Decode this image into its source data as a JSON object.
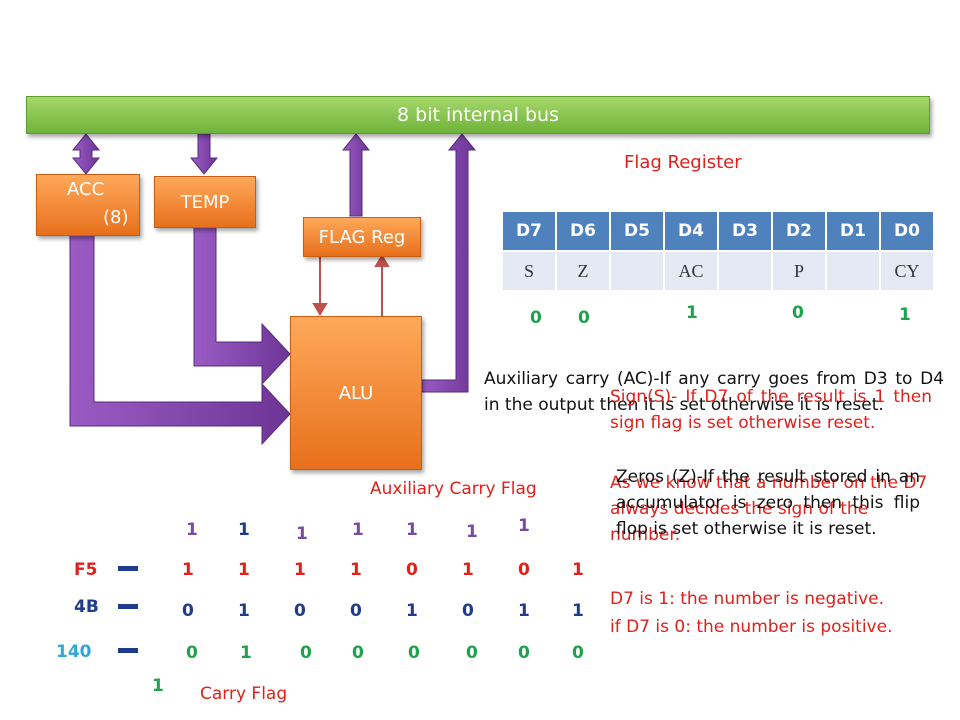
{
  "bus_label": "8 bit internal bus",
  "blocks": {
    "acc_line1": "ACC",
    "acc_line2": "(8)",
    "temp": "TEMP",
    "flag_reg": "FLAG Reg",
    "alu": "ALU"
  },
  "flag_register": {
    "title": "Flag Register",
    "headers": [
      "D7",
      "D6",
      "D5",
      "D4",
      "D3",
      "D2",
      "D1",
      "D0"
    ],
    "cells": [
      "S",
      "Z",
      "",
      "AC",
      "",
      "P",
      "",
      "CY"
    ],
    "values": {
      "s": "0",
      "z": "0",
      "ac": "1",
      "p": "0",
      "cy": "1"
    }
  },
  "descriptions": {
    "aux_carry": "Auxiliary carry (AC)-If any carry goes from D3 to D4 in the output then it is set otherwise it is reset.",
    "sign": "Sign(S)- If D7 of the result is 1 then sign flag is set otherwise reset.",
    "sign_note": "As we know that a number on the D7 always decides the sign of the number.",
    "zero": "Zeros (Z)-If the result stored in an accumulator is zero then this flip flop is set otherwise it is reset.",
    "d7_neg": "D7 is 1: the number is negative.",
    "d7_pos": "if D7 is 0: the number is positive."
  },
  "addition": {
    "aux_carry_label": "Auxiliary Carry Flag",
    "carry_flag_label": "Carry Flag",
    "carries": [
      "1",
      "1",
      "1",
      "1",
      "1",
      "1",
      "1"
    ],
    "rows": [
      {
        "label": "F5",
        "bits": [
          "1",
          "1",
          "1",
          "1",
          "0",
          "1",
          "0",
          "1"
        ]
      },
      {
        "label": "4B",
        "bits": [
          "0",
          "1",
          "0",
          "0",
          "1",
          "0",
          "1",
          "1"
        ]
      },
      {
        "label": "140",
        "bits": [
          "0",
          "1",
          "0",
          "0",
          "0",
          "0",
          "0",
          "0"
        ]
      }
    ],
    "final_carry": "1"
  },
  "colors": {
    "bus": "#6fb33a",
    "block": "#e7701c",
    "arrow": "#8040a8",
    "table_header": "#4f81bd",
    "red_text": "#e0201b"
  }
}
